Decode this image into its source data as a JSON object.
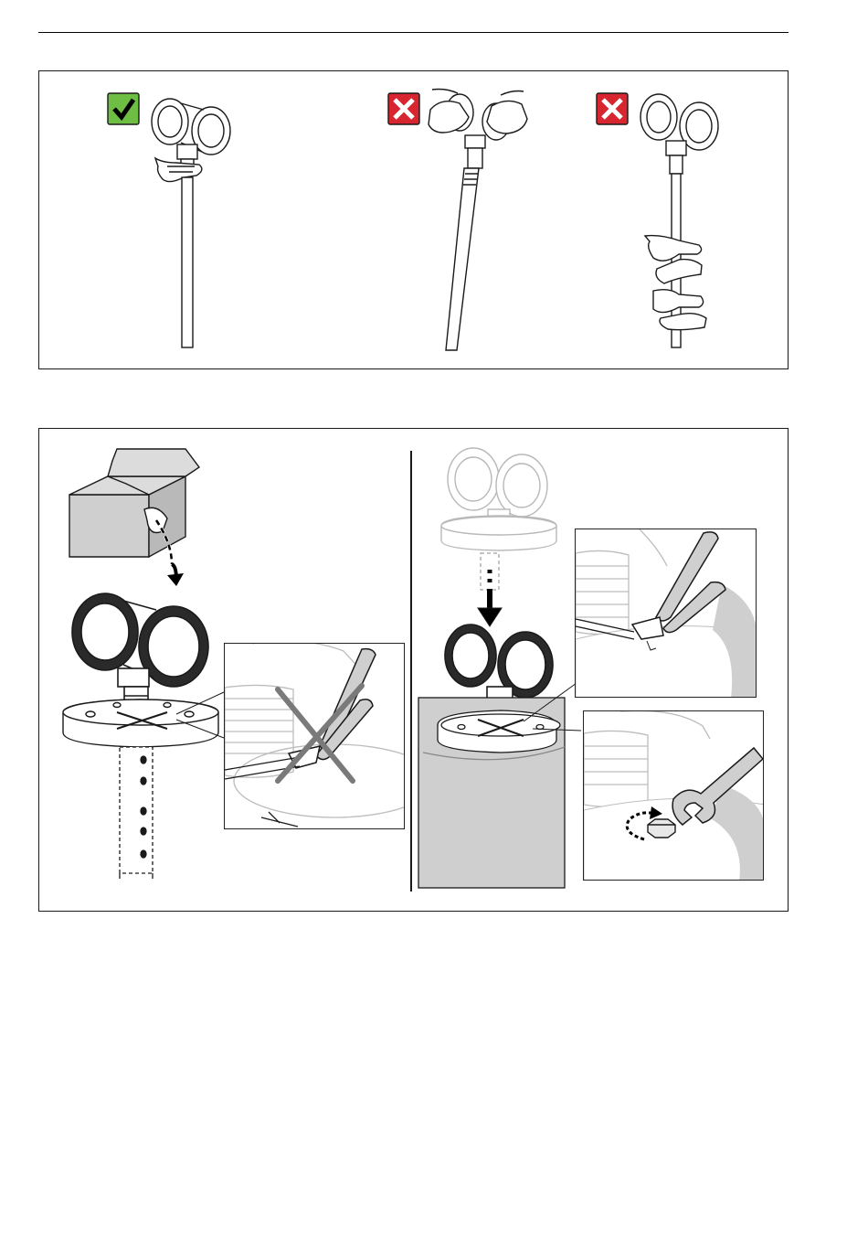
{
  "document": {
    "figures": [
      {
        "id": "handling",
        "panels": [
          {
            "status": "correct",
            "icon": "check-mark-icon",
            "color": "#6fbe44"
          },
          {
            "status": "wrong",
            "icon": "cross-mark-icon",
            "color": "#d7262f"
          },
          {
            "status": "wrong",
            "icon": "cross-mark-icon",
            "color": "#d7262f"
          }
        ]
      },
      {
        "id": "unpacking-and-mounting",
        "panels": [
          {
            "step": "remove-from-box",
            "note": "do-not-cut-ties"
          },
          {
            "step": "lower-onto-flange",
            "note": "cut-ties-then-tighten-nut"
          }
        ]
      }
    ],
    "colors": {
      "line": "#1a1a1a",
      "shade": "#cfcfcf",
      "ghost": "#b8b8b8",
      "check_bg": "#6fbe44",
      "cross_bg": "#d7262f"
    }
  }
}
